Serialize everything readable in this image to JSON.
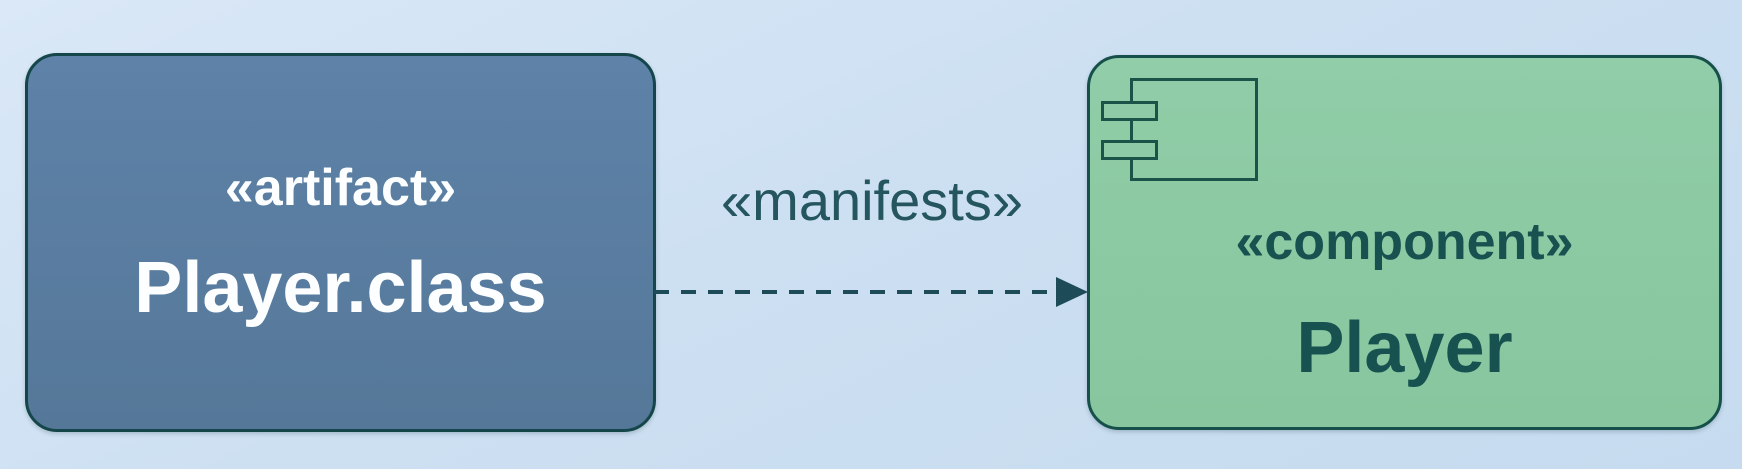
{
  "diagram": {
    "artifact_node": {
      "stereotype_label": "«artifact»",
      "name_label": "Player.class",
      "fill_color": "#5a7da1",
      "border_color": "#15464a",
      "text_color": "#fcfeff"
    },
    "relationship": {
      "stereotype_label": "«manifests»",
      "line_style": "dashed",
      "direction": "left-to-right",
      "color": "#1d4c58"
    },
    "component_node": {
      "stereotype_label": "«component»",
      "name_label": "Player",
      "icon": "uml-component-icon",
      "fill_color": "#8cc9a3",
      "border_color": "#16504a",
      "text_color": "#175150"
    },
    "background_color": "#cde0f2"
  }
}
